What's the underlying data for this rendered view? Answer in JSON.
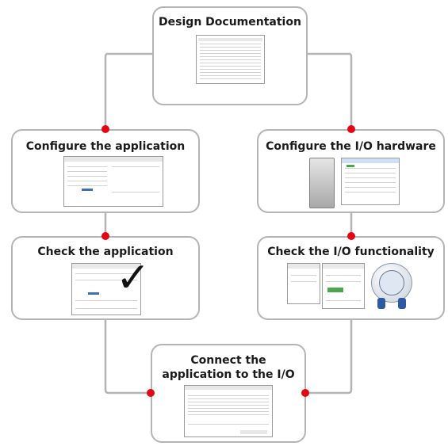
{
  "boxes": {
    "design": {
      "title": "Design Documentation"
    },
    "configure_app": {
      "title": "Configure the application"
    },
    "configure_io": {
      "title": "Configure the I/O hardware"
    },
    "check_app": {
      "title": "Check the application"
    },
    "check_io": {
      "title": "Check the I/O functionality"
    },
    "connect": {
      "title_line1": "Connect the",
      "title_line2": "application to the I/O"
    }
  },
  "icons": {
    "check": "✓"
  },
  "colors": {
    "box_border": "#b4b4b4",
    "connector": "#b4b4b4",
    "junction_dot": "#e30613",
    "title_text": "#1a1a1a"
  }
}
